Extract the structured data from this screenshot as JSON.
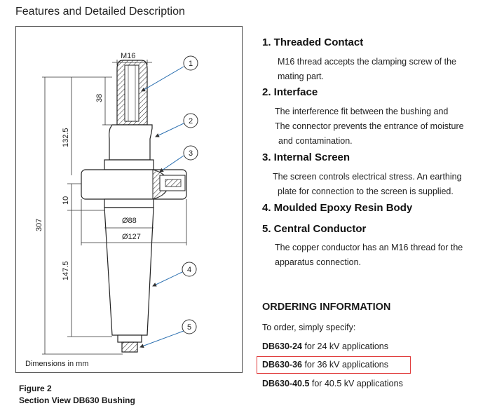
{
  "page_title": "Features and Detailed Description",
  "drawing": {
    "labels": {
      "thread": "M16",
      "dim_38": "38",
      "dim_132_5": "132.5",
      "dim_10": "10",
      "dim_307": "307",
      "dim_147_5": "147.5",
      "dia_88": "Ø88",
      "dia_127": "Ø127"
    },
    "callouts": [
      "1",
      "2",
      "3",
      "4",
      "5"
    ],
    "dimensions_note": "Dimensions in mm"
  },
  "figure": {
    "label": "Figure 2",
    "caption": "Section View DB630 Bushing"
  },
  "features": [
    {
      "title": "1. Threaded Contact",
      "lines": [
        "M16 thread accepts the clamping screw of the",
        "mating part."
      ]
    },
    {
      "title": "2. Interface",
      "lines": [
        "The interference fit between the bushing and",
        "The connector prevents the entrance of moisture",
        "and contamination."
      ]
    },
    {
      "title": "3. Internal Screen",
      "lines": [
        "The screen controls electrical stress. An earthing",
        "plate for connection to the screen is supplied."
      ]
    },
    {
      "title": "4. Moulded Epoxy Resin Body",
      "lines": []
    },
    {
      "title": "5. Central Conductor",
      "lines": [
        "The copper conductor has an M16 thread for the",
        "apparatus connection."
      ]
    }
  ],
  "ordering": {
    "title": "ORDERING INFORMATION",
    "intro": "To order, simply specify:",
    "items": [
      {
        "code": "DB630-24",
        "text": " for 24 kV applications",
        "highlighted": false
      },
      {
        "code": "DB630-36",
        "text": " for 36 kV applications",
        "highlighted": true
      },
      {
        "code": "DB630-40.5",
        "text": " for 40.5 kV applications",
        "highlighted": false
      }
    ],
    "highlight_color": "#e03c3c"
  }
}
